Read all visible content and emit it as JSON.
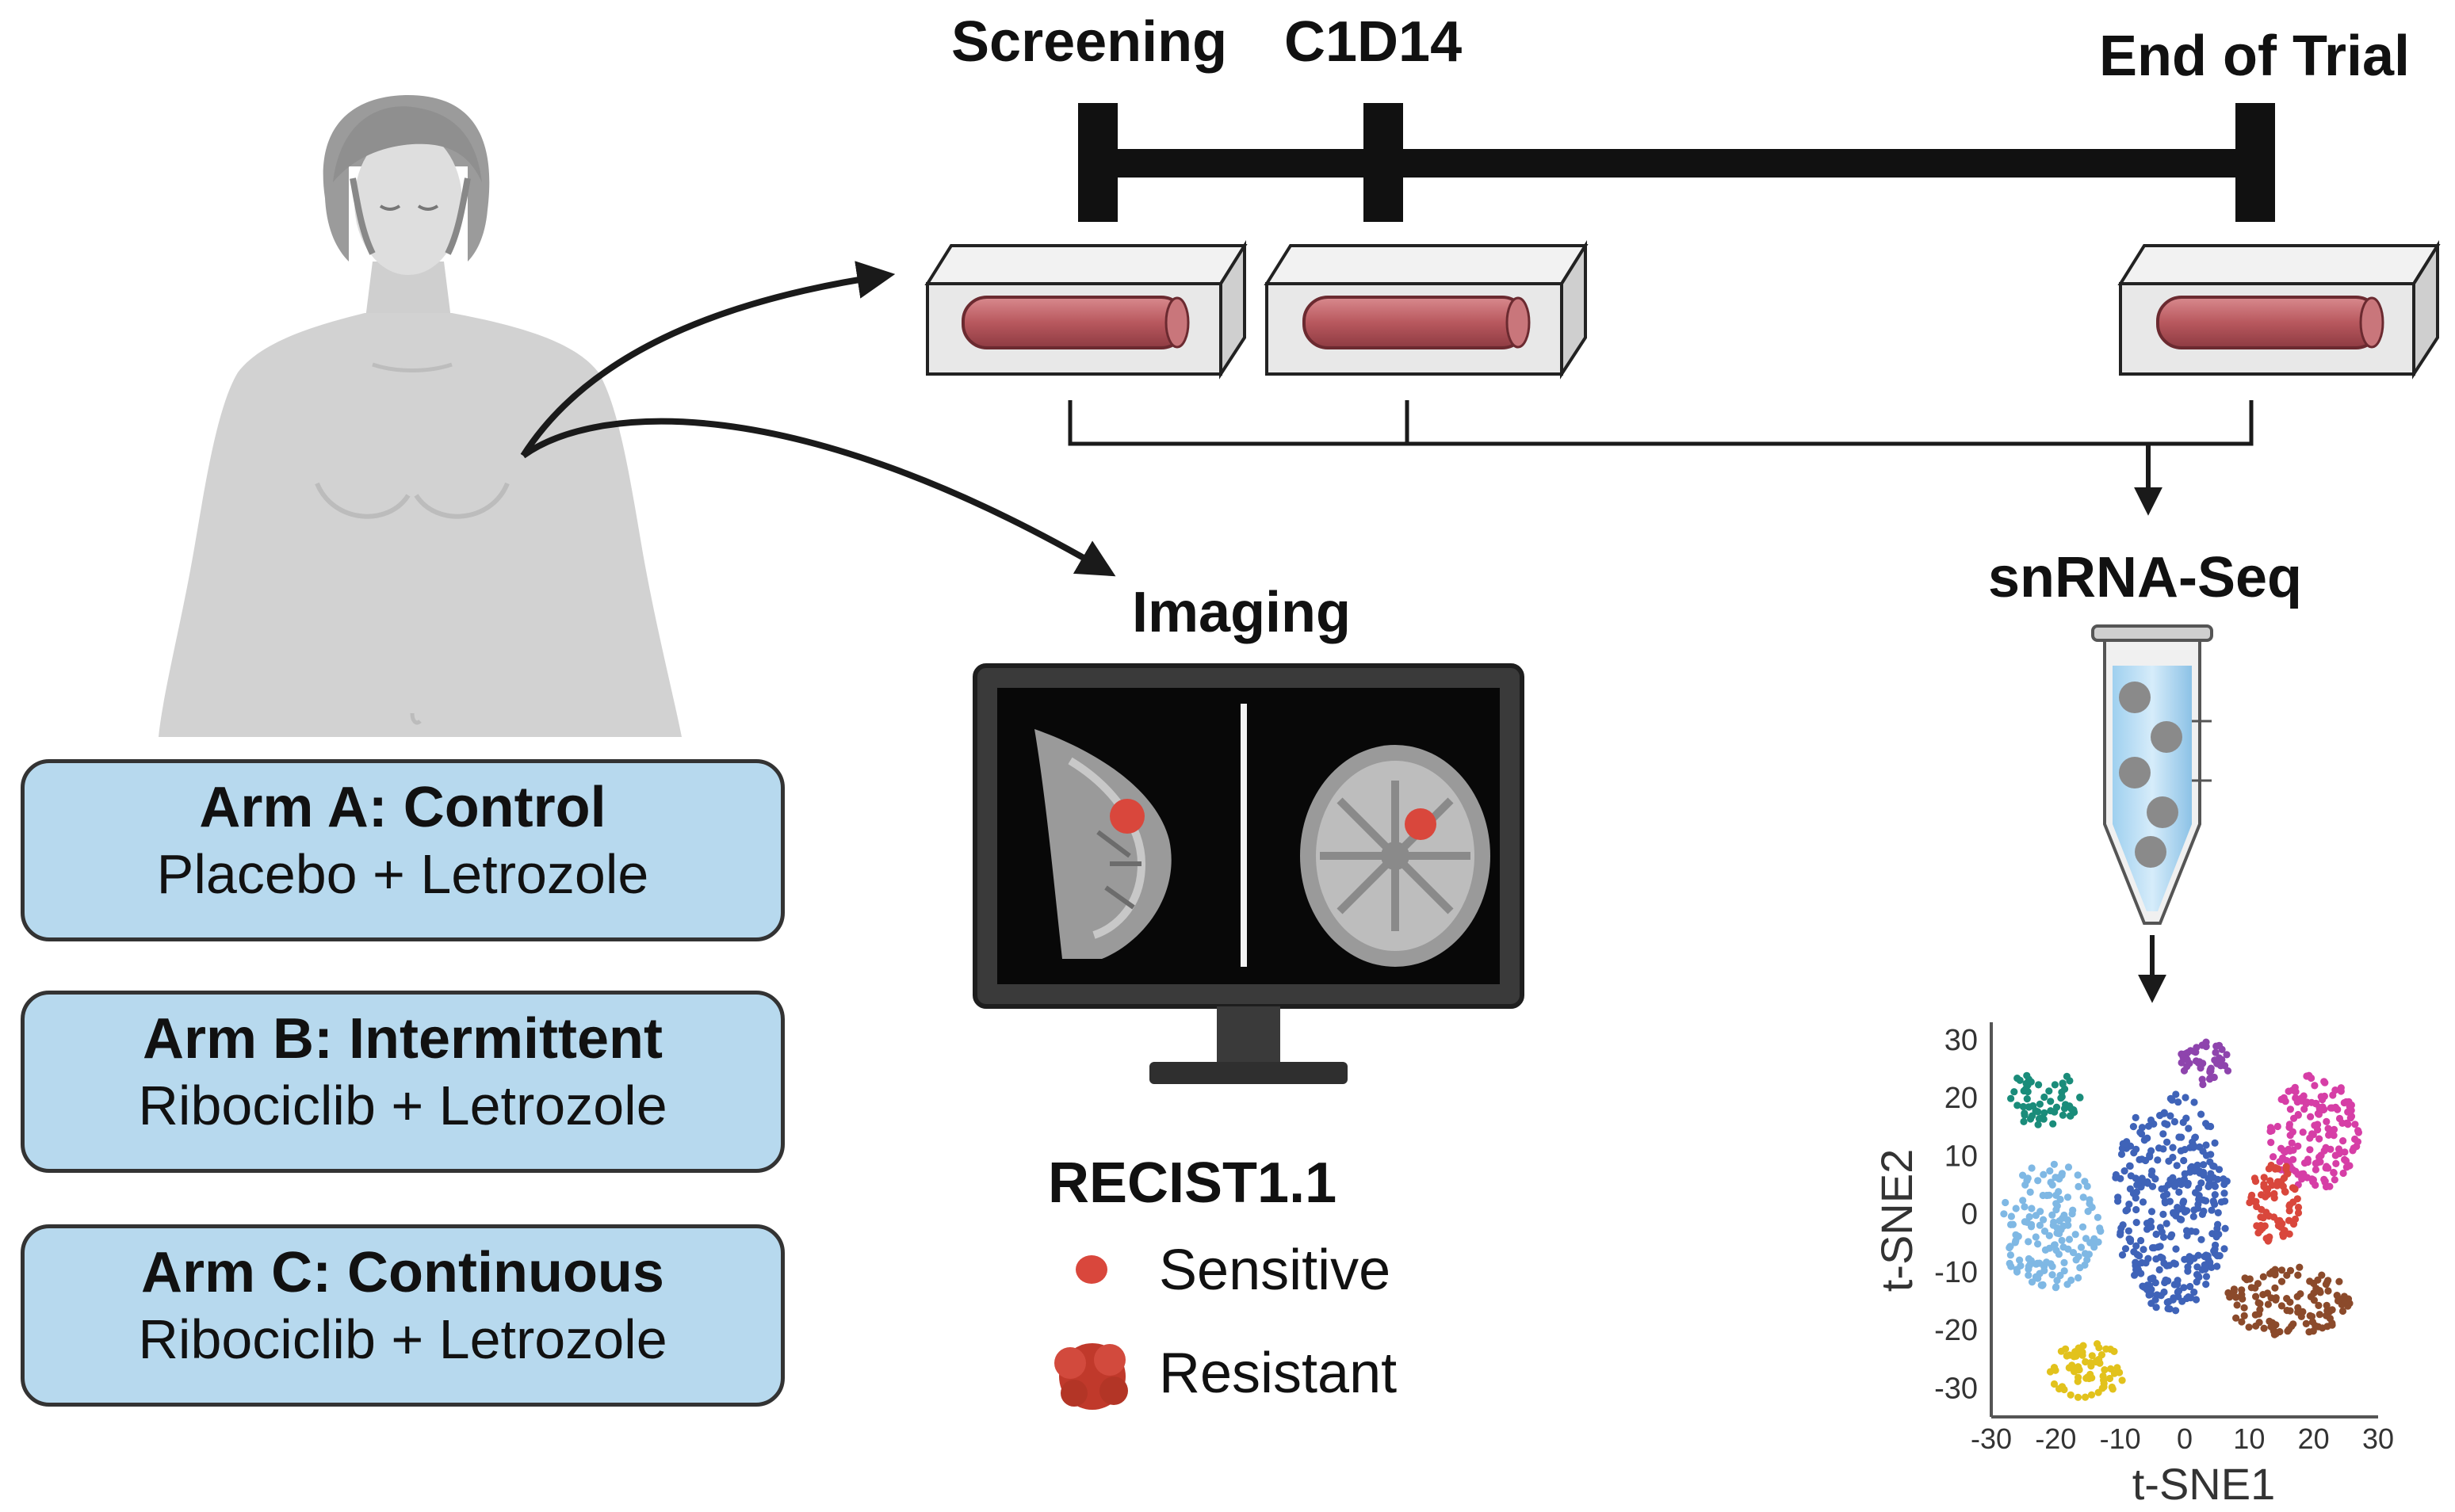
{
  "timeline": {
    "points": [
      "Screening",
      "C1D14",
      "End of Trial"
    ]
  },
  "arms": [
    {
      "title": "Arm A: Control",
      "treatment": "Placebo + Letrozole"
    },
    {
      "title": "Arm B: Intermittent",
      "treatment": "Ribociclib + Letrozole"
    },
    {
      "title": "Arm C: Continuous",
      "treatment": "Ribociclib + Letrozole"
    }
  ],
  "imaging": {
    "title": "Imaging",
    "criteria": "RECIST1.1",
    "legend": [
      {
        "label": "Sensitive",
        "color": "#d9473c"
      },
      {
        "label": "Resistant",
        "color": "#c0392b"
      }
    ]
  },
  "sequencing": {
    "title": "snRNA-Seq"
  },
  "chart_data": {
    "type": "scatter",
    "xlabel": "t-SNE1",
    "ylabel": "t-SNE2",
    "xlim": [
      -30,
      30
    ],
    "ylim": [
      -35,
      33
    ],
    "xticks": [
      -30,
      -20,
      -10,
      0,
      10,
      20,
      30
    ],
    "yticks": [
      30,
      20,
      10,
      0,
      -10,
      -20,
      -30
    ],
    "clusters": [
      {
        "color": "#1a8c7a",
        "cx": -22,
        "cy": 20,
        "rx": 6,
        "ry": 5,
        "n": 60
      },
      {
        "color": "#7fb8e4",
        "cx": -21,
        "cy": -2,
        "rx": 8,
        "ry": 11,
        "n": 150
      },
      {
        "color": "#3f63b8",
        "cx": -2,
        "cy": 2,
        "rx": 9,
        "ry": 19,
        "n": 330
      },
      {
        "color": "#8e44ad",
        "cx": 3,
        "cy": 26,
        "rx": 4,
        "ry": 4,
        "n": 45
      },
      {
        "color": "#d63ea6",
        "cx": 20,
        "cy": 14,
        "rx": 7,
        "ry": 10,
        "n": 160
      },
      {
        "color": "#d9473c",
        "cx": 14,
        "cy": 2,
        "rx": 4,
        "ry": 7,
        "n": 75
      },
      {
        "color": "#8b4a2b",
        "cx": 16,
        "cy": -15,
        "rx": 10,
        "ry": 6,
        "n": 120
      },
      {
        "color": "#e2c21c",
        "cx": -15,
        "cy": -27,
        "rx": 6,
        "ry": 5,
        "n": 70
      }
    ]
  },
  "colors": {
    "arm_box_fill": "#b7d9ee",
    "tissue": "#b8585e",
    "outline": "#1a1a1a"
  }
}
